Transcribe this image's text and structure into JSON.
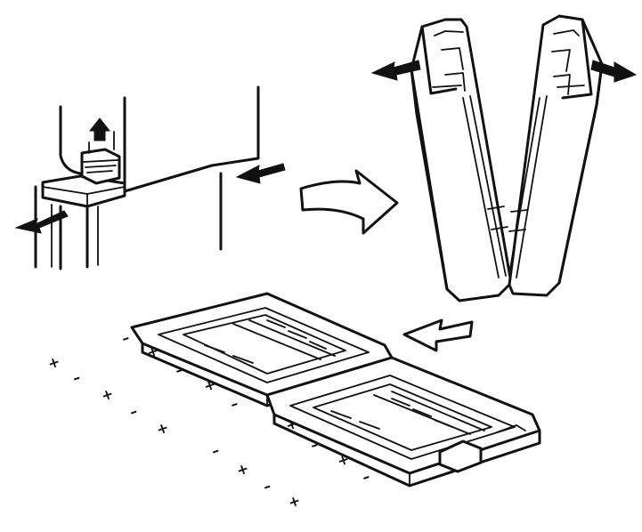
{
  "figure": {
    "steps": [
      {
        "name": "release-case-latch",
        "arrows": [
          "latch-up-arrow",
          "pull-out-arrow",
          "push-in-arrow"
        ]
      },
      {
        "name": "open-case-halves",
        "arrows": [
          "open-left-arrow",
          "open-right-arrow"
        ]
      },
      {
        "name": "insert-batteries",
        "arrows": [
          "flow-arrow-right",
          "flow-arrow-left"
        ]
      }
    ],
    "battery_count": 10,
    "signs": {
      "plus": "+",
      "minus": "–"
    }
  },
  "colors": {
    "ink": "#111111",
    "paper": "#ffffff"
  }
}
